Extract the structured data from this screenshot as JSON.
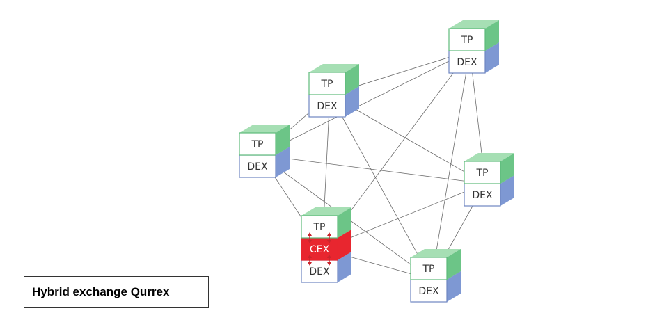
{
  "caption": "Hybrid exchange Qurrex",
  "colors": {
    "tp_face": "#ffffff",
    "tp_edge": "#5dbb7a",
    "tp_side": "#6cc587",
    "tp_top": "#a6dfb4",
    "dex_edge": "#6e86c2",
    "dex_side": "#7e98d3",
    "dex_top": "#b3c3e7",
    "cex_face": "#e8262f",
    "cex_side": "#e8262f",
    "cex_top": "#f26b6f",
    "line": "#6a6a6a",
    "arrow": "#c9252c"
  },
  "labels": {
    "tp": "TP",
    "dex": "DEX",
    "cex": "CEX"
  },
  "nodes": [
    {
      "id": "n1",
      "name": "node-top-right",
      "layers": [
        "tp",
        "dex"
      ]
    },
    {
      "id": "n2",
      "name": "node-upper-middle",
      "layers": [
        "tp",
        "dex"
      ]
    },
    {
      "id": "n3",
      "name": "node-left",
      "layers": [
        "tp",
        "dex"
      ]
    },
    {
      "id": "n4",
      "name": "node-right",
      "layers": [
        "tp",
        "dex"
      ]
    },
    {
      "id": "n5",
      "name": "node-hybrid-center",
      "layers": [
        "tp",
        "cex",
        "dex"
      ]
    },
    {
      "id": "n6",
      "name": "node-bottom-right",
      "layers": [
        "tp",
        "dex"
      ]
    }
  ],
  "connections": [
    [
      "n1",
      "n2"
    ],
    [
      "n1",
      "n3"
    ],
    [
      "n1",
      "n5"
    ],
    [
      "n1",
      "n6"
    ],
    [
      "n1",
      "n4"
    ],
    [
      "n2",
      "n3"
    ],
    [
      "n2",
      "n5"
    ],
    [
      "n2",
      "n4"
    ],
    [
      "n2",
      "n6"
    ],
    [
      "n3",
      "n4"
    ],
    [
      "n3",
      "n5"
    ],
    [
      "n3",
      "n6"
    ],
    [
      "n4",
      "n5"
    ],
    [
      "n4",
      "n6"
    ],
    [
      "n5",
      "n6"
    ]
  ]
}
